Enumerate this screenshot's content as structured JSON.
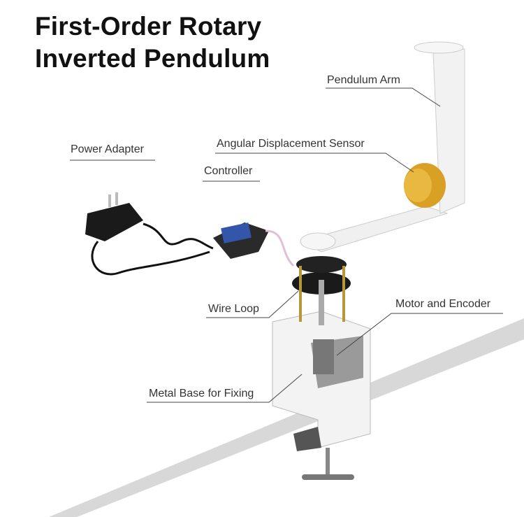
{
  "title": {
    "line1": "First-Order Rotary",
    "line2": "Inverted Pendulum"
  },
  "labels": {
    "pendulum_arm": "Pendulum Arm",
    "power_adapter": "Power Adapter",
    "angular_sensor": "Angular Displacement Sensor",
    "controller": "Controller",
    "wire_loop": "Wire Loop",
    "motor_encoder": "Motor and Encoder",
    "metal_base": "Metal Base for Fixing"
  },
  "colors": {
    "text": "#333333",
    "line": "#444444",
    "sensor": "#d9a025",
    "table": "#d6d6d6"
  }
}
